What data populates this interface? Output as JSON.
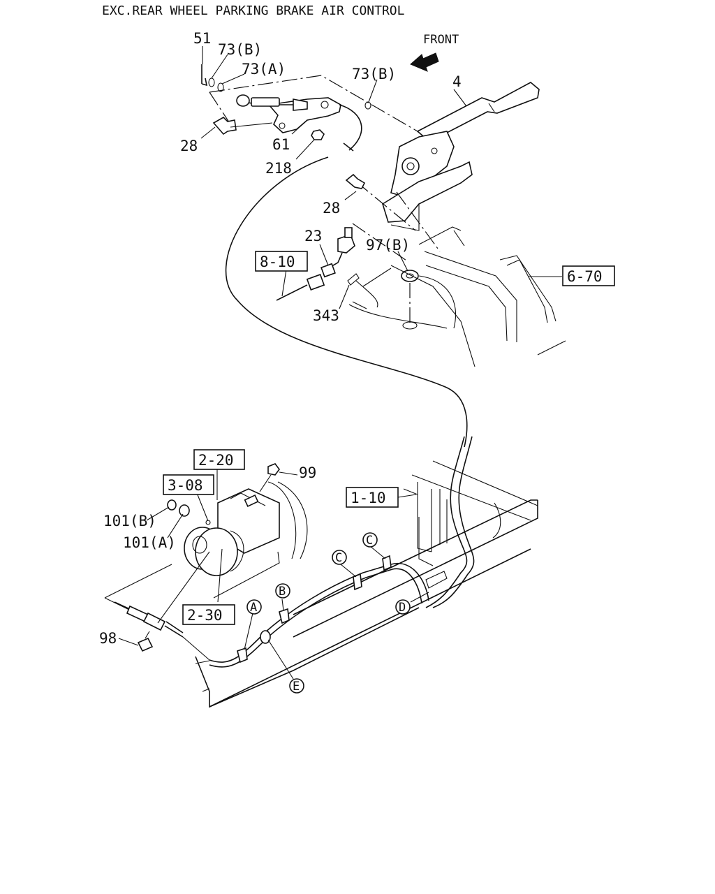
{
  "title": "EXC.REAR WHEEL PARKING BRAKE AIR CONTROL",
  "front_label": "FRONT",
  "part_labels": {
    "p51": "51",
    "p73b_top": "73(B)",
    "p73a": "73(A)",
    "p73b_right": "73(B)",
    "p4": "4",
    "p28_top": "28",
    "p61": "61",
    "p218": "218",
    "p28_mid": "28",
    "p23": "23",
    "p97b": "97(B)",
    "p343": "343",
    "p99": "99",
    "p101b": "101(B)",
    "p101a": "101(A)",
    "p98": "98"
  },
  "reference_boxes": {
    "r8_10": "8-10",
    "r6_70": "6-70",
    "r2_20": "2-20",
    "r3_08": "3-08",
    "r1_10": "1-10",
    "r2_30": "2-30"
  },
  "clip_markers": {
    "a": "A",
    "b": "B",
    "c1": "C",
    "c2": "C",
    "d": "D",
    "e": "E"
  }
}
